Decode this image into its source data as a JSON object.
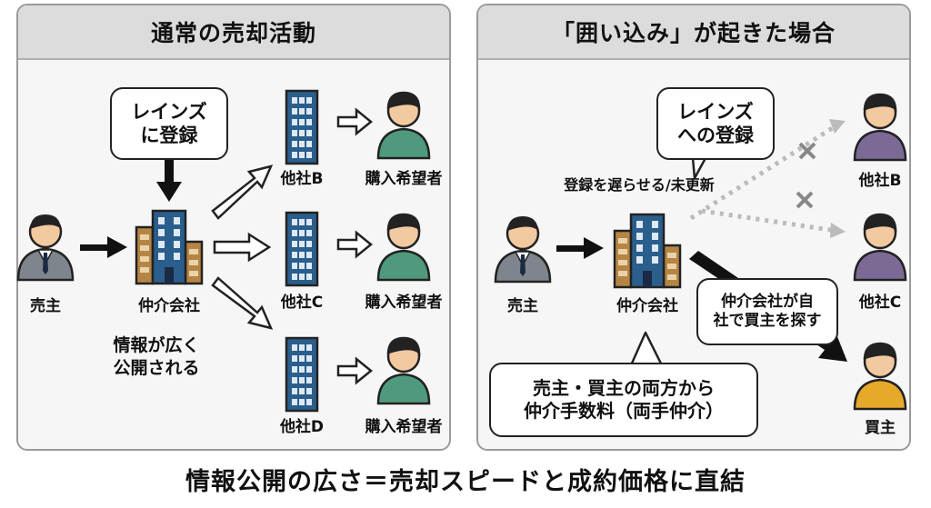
{
  "left_panel": {
    "title": "通常の売却活動",
    "reins_bubble": {
      "line1": "レインズ",
      "line2": "に登録"
    },
    "seller": "売主",
    "agency": "仲介会社",
    "companies": [
      "他社B",
      "他社C",
      "他社D"
    ],
    "buyer_label": "購入希望者",
    "note": {
      "line1": "情報が広く",
      "line2": "公開される"
    }
  },
  "right_panel": {
    "title": "「囲い込み」が起きた場合",
    "reins_bubble": {
      "line1": "レインズ",
      "line2": "への登録"
    },
    "delay_text": "登録を遅らせる/未更新",
    "seller": "売主",
    "agency": "仲介会社",
    "companies": [
      "他社B",
      "他社C"
    ],
    "self_search_bubble": {
      "line1": "仲介会社が自",
      "line2": "社で買主を探す"
    },
    "fee_bubble": {
      "line1": "売主・買主の両方から",
      "line2": "仲介手数料（両手仲介）"
    },
    "buyer": "買主"
  },
  "footer": "情報公開の広さ＝売却スピードと成約価格に直結",
  "colors": {
    "building_blue": "#2a5e8c",
    "building_brown": "#b58545",
    "person_green": "#4f9a7c",
    "person_purple": "#7c6a96",
    "person_yellow": "#e6a92a",
    "person_gray": "#7f858c",
    "dotted_line": "#bbbbbb",
    "cross": "#888888"
  }
}
